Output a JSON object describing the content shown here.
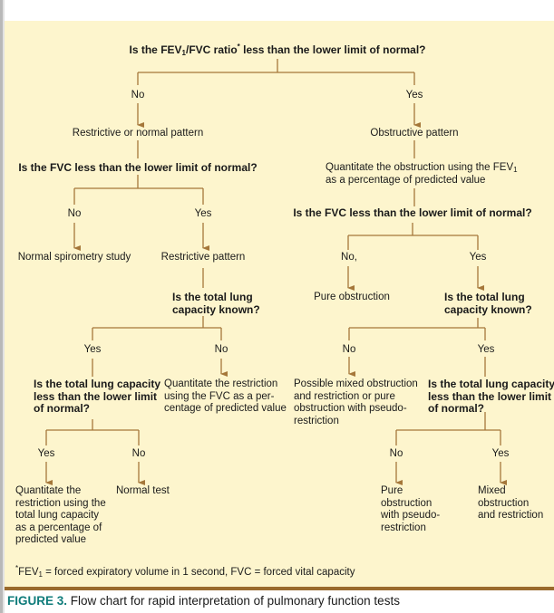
{
  "flowchart": {
    "root_question": {
      "prefix": "Is the FEV",
      "sub": "1",
      "suffix": "/FVC ratio",
      "mark": "*",
      "rest": " less than the lower limit of normal?"
    },
    "root_no": "No",
    "root_yes": "Yes",
    "left": {
      "pattern": "Restrictive or normal pattern",
      "fvc_question": "Is the FVC less than the lower limit of normal?",
      "fvc_no": "No",
      "fvc_yes": "Yes",
      "normal_result": "Normal spirometry study",
      "restrictive_result": "Restrictive pattern",
      "tlc_known_question": [
        "Is the total lung",
        "capacity known?"
      ],
      "tlc_known_yes": "Yes",
      "tlc_known_no": "No",
      "tlc_less_question": [
        "Is the total lung capacity",
        "less than the lower limit",
        "of normal?"
      ],
      "quantitate_fvc": [
        "Quantitate the restriction",
        "using the FVC as a per-",
        "centage of predicted value"
      ],
      "tlc_less_yes": "Yes",
      "tlc_less_no": "No",
      "quantitate_tlc": [
        "Quantitate the",
        "restriction using the",
        "total lung capacity",
        "as a percentage of",
        "predicted value"
      ],
      "normal_test": "Normal test"
    },
    "right": {
      "pattern": "Obstructive pattern",
      "quantitate_obstruction": {
        "line1_prefix": "Quantitate the obstruction using the FEV",
        "line1_sub": "1",
        "line2": "as a percentage of predicted value"
      },
      "fvc_question": "Is the FVC less than the lower limit of normal?",
      "fvc_no": "No,",
      "fvc_yes": "Yes",
      "pure_obstruction": "Pure obstruction",
      "tlc_known_question": [
        "Is the total lung",
        "capacity known?"
      ],
      "tlc_known_no": "No",
      "tlc_known_yes": "Yes",
      "possible_mixed": [
        "Possible mixed obstruction",
        "and restriction or pure",
        "obstruction with pseudo-",
        "restriction"
      ],
      "tlc_less_question": [
        "Is the total lung capacity",
        "less than the lower limit",
        "of normal?"
      ],
      "tlc_less_no": "No",
      "tlc_less_yes": "Yes",
      "pure_pseudo": [
        "Pure",
        "obstruction",
        "with pseudo-",
        "restriction"
      ],
      "mixed": [
        "Mixed",
        "obstruction",
        "and restriction"
      ]
    }
  },
  "footnote": {
    "mark": "*",
    "prefix": "FEV",
    "sub": "1",
    "rest": " = forced expiratory volume in 1 second, FVC = forced vital capacity"
  },
  "caption": {
    "label": "FIGURE 3.",
    "text": " Flow chart for rapid interpretation of pulmonary function tests"
  },
  "colors": {
    "panel": "#fdf5cd",
    "line": "#a5773a",
    "rule": "#9a6a2c",
    "caption_label": "#0e7b7a"
  }
}
